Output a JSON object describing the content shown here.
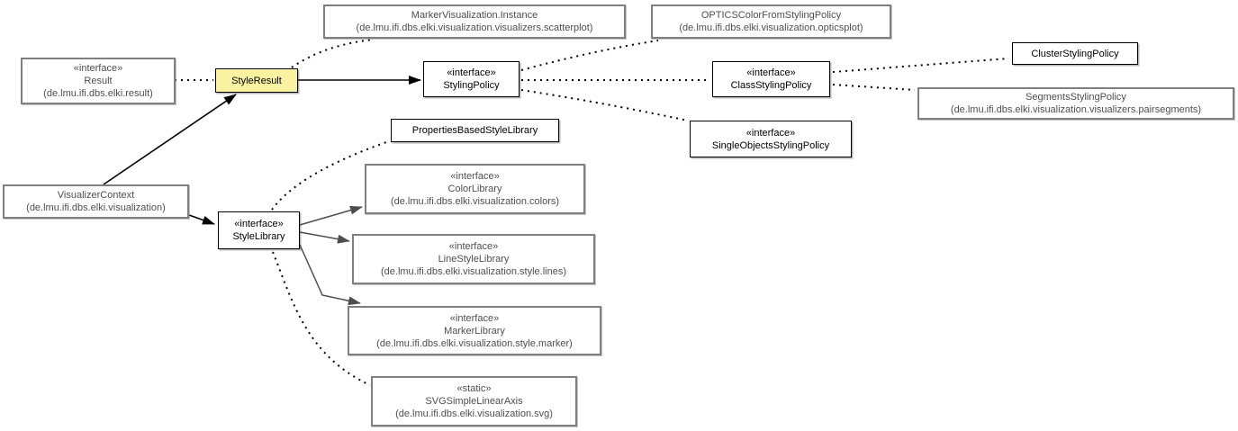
{
  "diagram": {
    "kind": "uml-package-class-diagram",
    "colors": {
      "background": "#ffffff",
      "highlight_fill": "#f9f3a1",
      "gray_border": "#7f7f7f",
      "gray_text": "#4e4e4e",
      "black_border": "#000000",
      "edge_gray": "#4d4d4d"
    }
  },
  "nodes": {
    "result": {
      "stereotype": "«interface»",
      "name": "Result",
      "package": "(de.lmu.ifi.dbs.elki.result)"
    },
    "style_result": {
      "name": "StyleResult"
    },
    "marker_visualization": {
      "name": "MarkerVisualization.Instance",
      "package": "(de.lmu.ifi.dbs.elki.visualization.visualizers.scatterplot)"
    },
    "styling_policy": {
      "stereotype": "«interface»",
      "name": "StylingPolicy"
    },
    "optics_color": {
      "name": "OPTICSColorFromStylingPolicy",
      "package": "(de.lmu.ifi.dbs.elki.visualization.opticsplot)"
    },
    "class_styling_policy": {
      "stereotype": "«interface»",
      "name": "ClassStylingPolicy"
    },
    "cluster_styling_policy": {
      "name": "ClusterStylingPolicy"
    },
    "segments_styling_policy": {
      "name": "SegmentsStylingPolicy",
      "package": "(de.lmu.ifi.dbs.elki.visualization.visualizers.pairsegments)"
    },
    "single_objects_styling_policy": {
      "stereotype": "«interface»",
      "name": "SingleObjectsStylingPolicy"
    },
    "visualizer_context": {
      "name": "VisualizerContext",
      "package": "(de.lmu.ifi.dbs.elki.visualization)"
    },
    "style_library": {
      "stereotype": "«interface»",
      "name": "StyleLibrary"
    },
    "properties_based_style_library": {
      "name": "PropertiesBasedStyleLibrary"
    },
    "color_library": {
      "stereotype": "«interface»",
      "name": "ColorLibrary",
      "package": "(de.lmu.ifi.dbs.elki.visualization.colors)"
    },
    "line_style_library": {
      "stereotype": "«interface»",
      "name": "LineStyleLibrary",
      "package": "(de.lmu.ifi.dbs.elki.visualization.style.lines)"
    },
    "marker_library": {
      "stereotype": "«interface»",
      "name": "MarkerLibrary",
      "package": "(de.lmu.ifi.dbs.elki.visualization.style.marker)"
    },
    "svg_simple_linear_axis": {
      "stereotype": "«static»",
      "name": "SVGSimpleLinearAxis",
      "package": "(de.lmu.ifi.dbs.elki.visualization.svg)"
    }
  },
  "edges": [
    {
      "from": "Result",
      "to": "StyleResult",
      "style": "dotted"
    },
    {
      "from": "StyleResult",
      "to": "StylingPolicy",
      "style": "solid-arrow"
    },
    {
      "from": "VisualizerContext",
      "to": "StyleResult",
      "style": "solid-arrow"
    },
    {
      "from": "VisualizerContext",
      "to": "StyleLibrary",
      "style": "solid-arrow"
    },
    {
      "from": "StyleResult",
      "to": "MarkerVisualization.Instance",
      "style": "dotted"
    },
    {
      "from": "StylingPolicy",
      "to": "OPTICSColorFromStylingPolicy",
      "style": "dotted"
    },
    {
      "from": "StylingPolicy",
      "to": "ClassStylingPolicy",
      "style": "dotted"
    },
    {
      "from": "StylingPolicy",
      "to": "SingleObjectsStylingPolicy",
      "style": "dotted"
    },
    {
      "from": "ClassStylingPolicy",
      "to": "ClusterStylingPolicy",
      "style": "dotted"
    },
    {
      "from": "ClassStylingPolicy",
      "to": "SegmentsStylingPolicy",
      "style": "dotted"
    },
    {
      "from": "StyleLibrary",
      "to": "PropertiesBasedStyleLibrary",
      "style": "dotted"
    },
    {
      "from": "StyleLibrary",
      "to": "SVGSimpleLinearAxis",
      "style": "dotted"
    },
    {
      "from": "StyleLibrary",
      "to": "ColorLibrary",
      "style": "gray-arrow"
    },
    {
      "from": "StyleLibrary",
      "to": "LineStyleLibrary",
      "style": "gray-arrow"
    },
    {
      "from": "StyleLibrary",
      "to": "MarkerLibrary",
      "style": "gray-arrow"
    }
  ]
}
